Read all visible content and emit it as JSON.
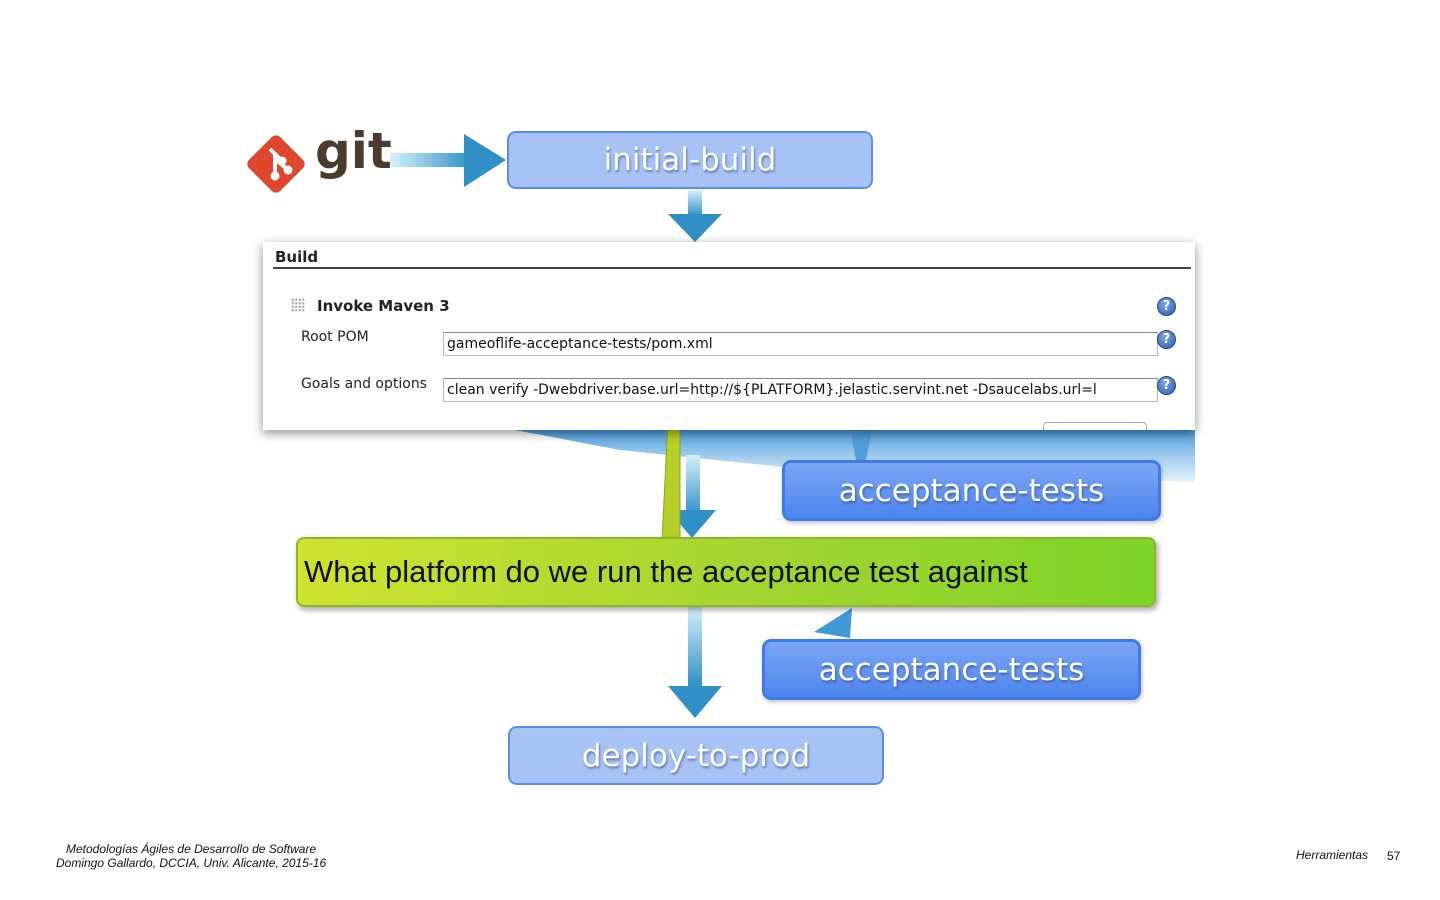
{
  "logo": {
    "text": "git",
    "icon": "git-diamond-icon",
    "color": "#e0462d"
  },
  "stages": {
    "initial_build": "initial-build",
    "acceptance_tests_1": "acceptance-tests",
    "acceptance_tests_2": "acceptance-tests",
    "deploy_to_prod": "deploy-to-prod"
  },
  "jenkins": {
    "section_title": "Build",
    "step_title": "Invoke Maven 3",
    "root_pom_label": "Root POM",
    "root_pom_value": "gameoflife-acceptance-tests/pom.xml",
    "goals_label": "Goals and options",
    "goals_value": "clean verify -Dwebdriver.base.url=http://${PLATFORM}.jelastic.servint.net -Dsaucelabs.url=l",
    "help_glyph": "?"
  },
  "callout": {
    "text": "What platform do we run the acceptance test against"
  },
  "footer": {
    "course": "Metodologías Ágiles de Desarrollo de Software",
    "author": "Domingo Gallardo, DCCIA, Univ. Alicante, 2015-16",
    "section": "Herramientas",
    "page": "57"
  },
  "colors": {
    "stage_light": "#a7c3f6",
    "stage_dark": "#4d85ee",
    "arrow": "#3f93c9",
    "callout": "#a6d42a"
  }
}
